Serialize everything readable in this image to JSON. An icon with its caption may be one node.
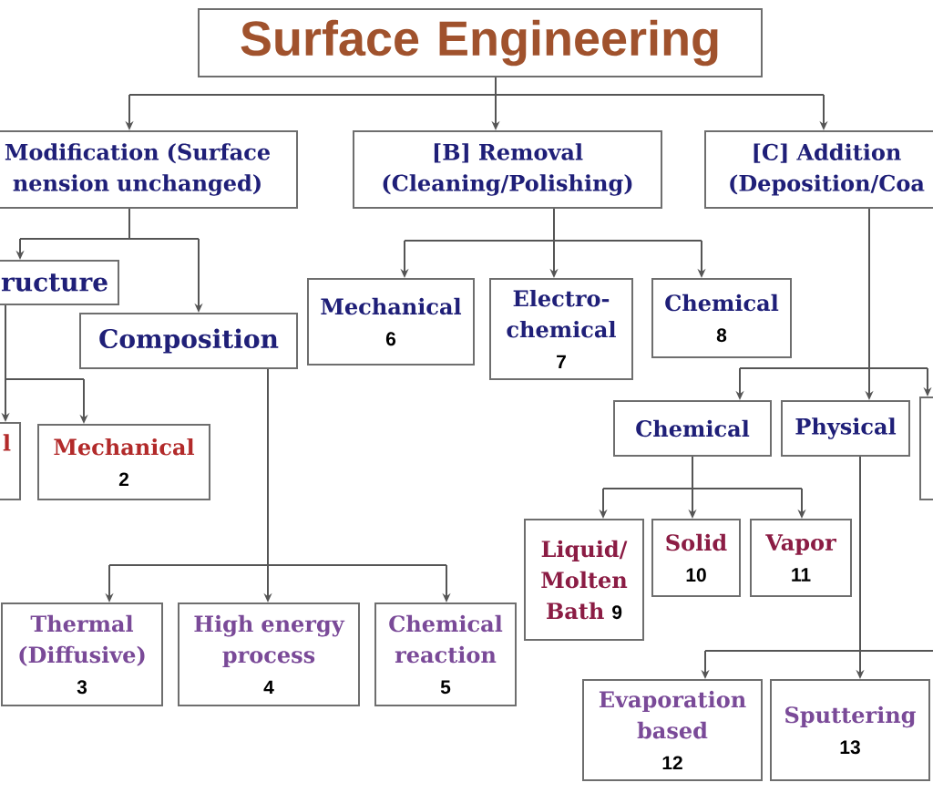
{
  "diagram": {
    "nodes": [
      {
        "text": [
          "Surface Engineering"
        ]
      },
      {
        "text": [
          "Modification (Surface nension unchanged)"
        ]
      },
      {
        "text": [
          "[B] Removal (Cleaning/Polishing)"
        ]
      },
      {
        "text": [
          "[C] Addition (Deposition/Coa"
        ]
      },
      {
        "text": [
          "ructure"
        ]
      },
      {
        "text": [
          "Mechanical",
          "6"
        ]
      },
      {
        "text": [
          "Electro- chemical",
          "7"
        ]
      },
      {
        "text": [
          "Chemical",
          "8"
        ]
      },
      {
        "text": [
          "Composition"
        ]
      },
      {
        "text": [
          "Chemical"
        ]
      },
      {
        "text": [
          "Physical"
        ]
      },
      {
        "text": [],
        "shape": "box"
      },
      {
        "text": [
          "l"
        ]
      },
      {
        "text": [
          "Mechanical",
          "2"
        ]
      },
      {
        "text": [
          "Liquid/ Molten Bath",
          "9"
        ]
      },
      {
        "text": [
          "Solid",
          "10"
        ]
      },
      {
        "text": [
          "Vapor",
          "11"
        ]
      },
      {
        "text": [
          "Thermal (Diffusive)",
          "3"
        ]
      },
      {
        "text": [
          "High energy process",
          "4"
        ]
      },
      {
        "text": [
          "Chemical reaction",
          "5"
        ]
      },
      {
        "text": [
          "Evaporation based",
          "12"
        ]
      },
      {
        "text": [
          "Sputtering",
          "13"
        ]
      }
    ],
    "edges": [
      {
        "from": 0,
        "to": 1,
        "arrow": "to"
      },
      {
        "from": 0,
        "to": 2,
        "arrow": "to"
      },
      {
        "from": 0,
        "to": 3,
        "arrow": "to"
      },
      {
        "from": 1,
        "to": 4,
        "arrow": "to"
      },
      {
        "from": 1,
        "to": 8,
        "arrow": "to"
      },
      {
        "from": 4,
        "to": 12,
        "arrow": "to"
      },
      {
        "from": 4,
        "to": 13,
        "arrow": "to"
      },
      {
        "from": 8,
        "to": 17,
        "arrow": "to"
      },
      {
        "from": 8,
        "to": 18,
        "arrow": "to"
      },
      {
        "from": 8,
        "to": 19,
        "arrow": "to"
      },
      {
        "from": 2,
        "to": 5,
        "arrow": "to"
      },
      {
        "from": 2,
        "to": 6,
        "arrow": "to"
      },
      {
        "from": 2,
        "to": 7,
        "arrow": "to"
      },
      {
        "from": 3,
        "to": 9,
        "arrow": "to"
      },
      {
        "from": 3,
        "to": 10,
        "arrow": "to"
      },
      {
        "from": 3,
        "to": 11,
        "arrow": "to"
      },
      {
        "from": 9,
        "to": 14,
        "arrow": "to"
      },
      {
        "from": 9,
        "to": 15,
        "arrow": "to"
      },
      {
        "from": 9,
        "to": 16,
        "arrow": "to"
      },
      {
        "from": 10,
        "to": 20,
        "arrow": "to"
      },
      {
        "from": 10,
        "to": 21,
        "arrow": "to"
      },
      {
        "from": 10,
        "to": null,
        "arrow": "none"
      }
    ]
  }
}
